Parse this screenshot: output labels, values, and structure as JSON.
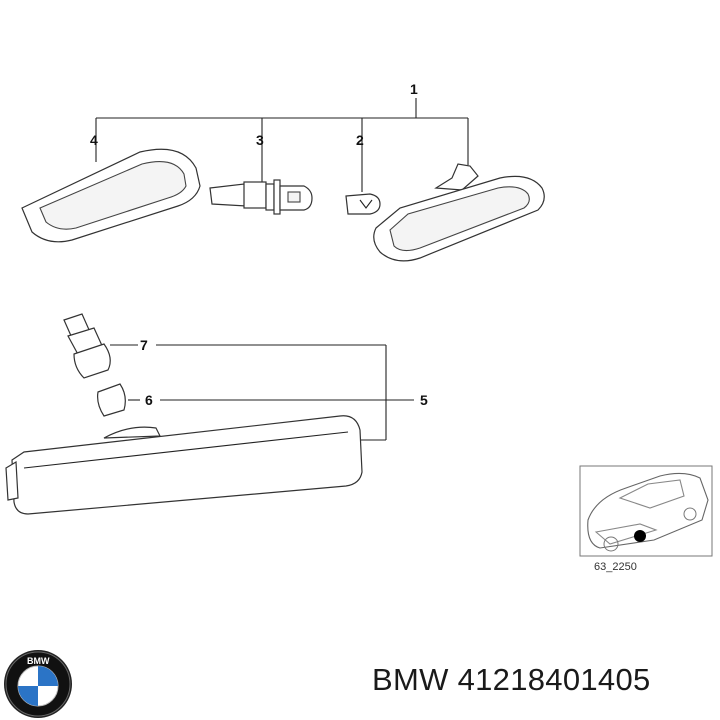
{
  "callouts": {
    "c1": "1",
    "c2": "2",
    "c3": "3",
    "c4": "4",
    "c5": "5",
    "c6": "6",
    "c7": "7"
  },
  "inset": {
    "code": "63_2250"
  },
  "logo": {
    "text": "BMW"
  },
  "footer": {
    "label": "BMW 41218401405"
  }
}
